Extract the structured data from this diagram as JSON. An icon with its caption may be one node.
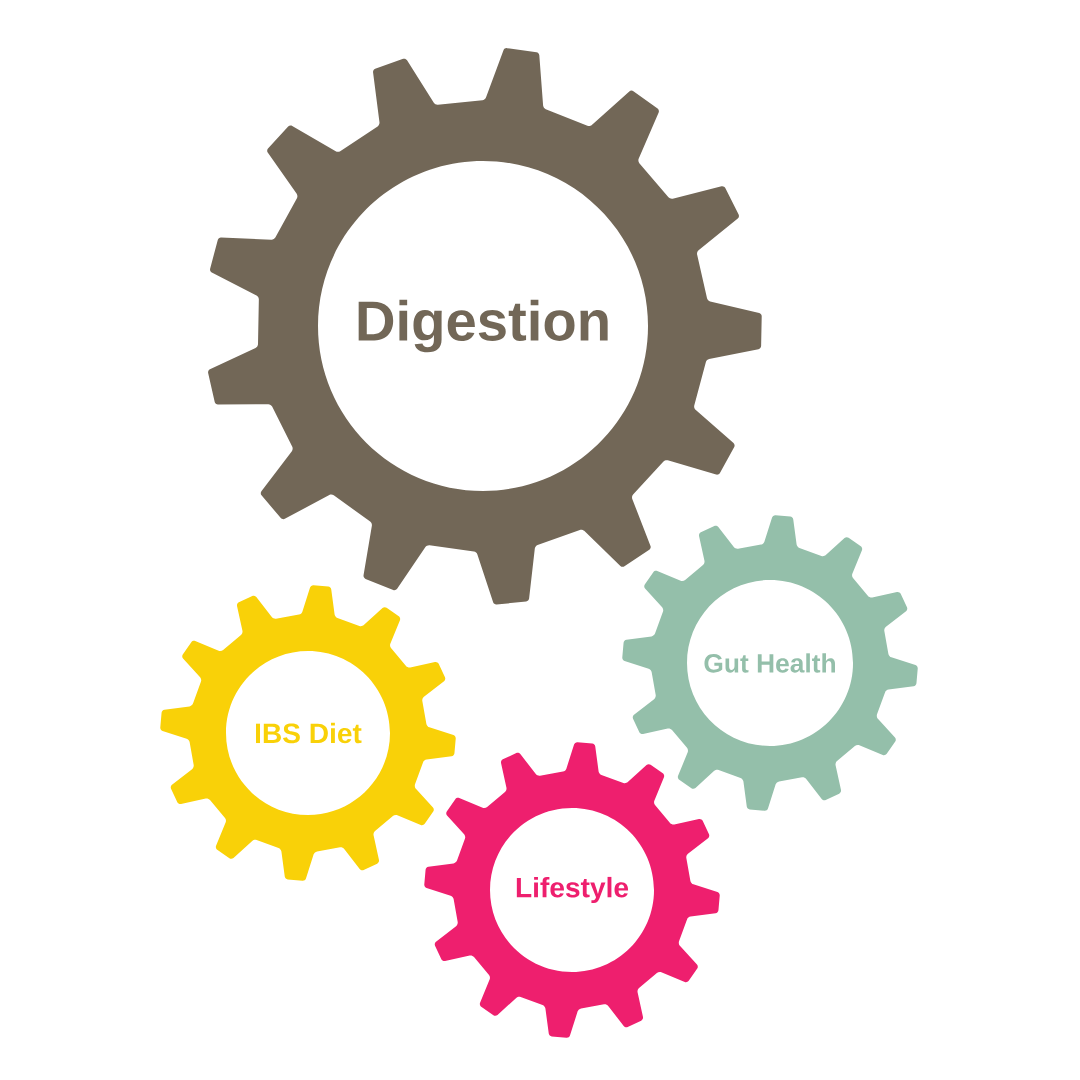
{
  "diagram": {
    "nodes": [
      {
        "text": [
          "Digestion"
        ]
      },
      {
        "text": [
          "Gut Health"
        ]
      },
      {
        "text": [
          "IBS Diet"
        ]
      },
      {
        "text": [
          "Lifestyle"
        ]
      }
    ]
  }
}
